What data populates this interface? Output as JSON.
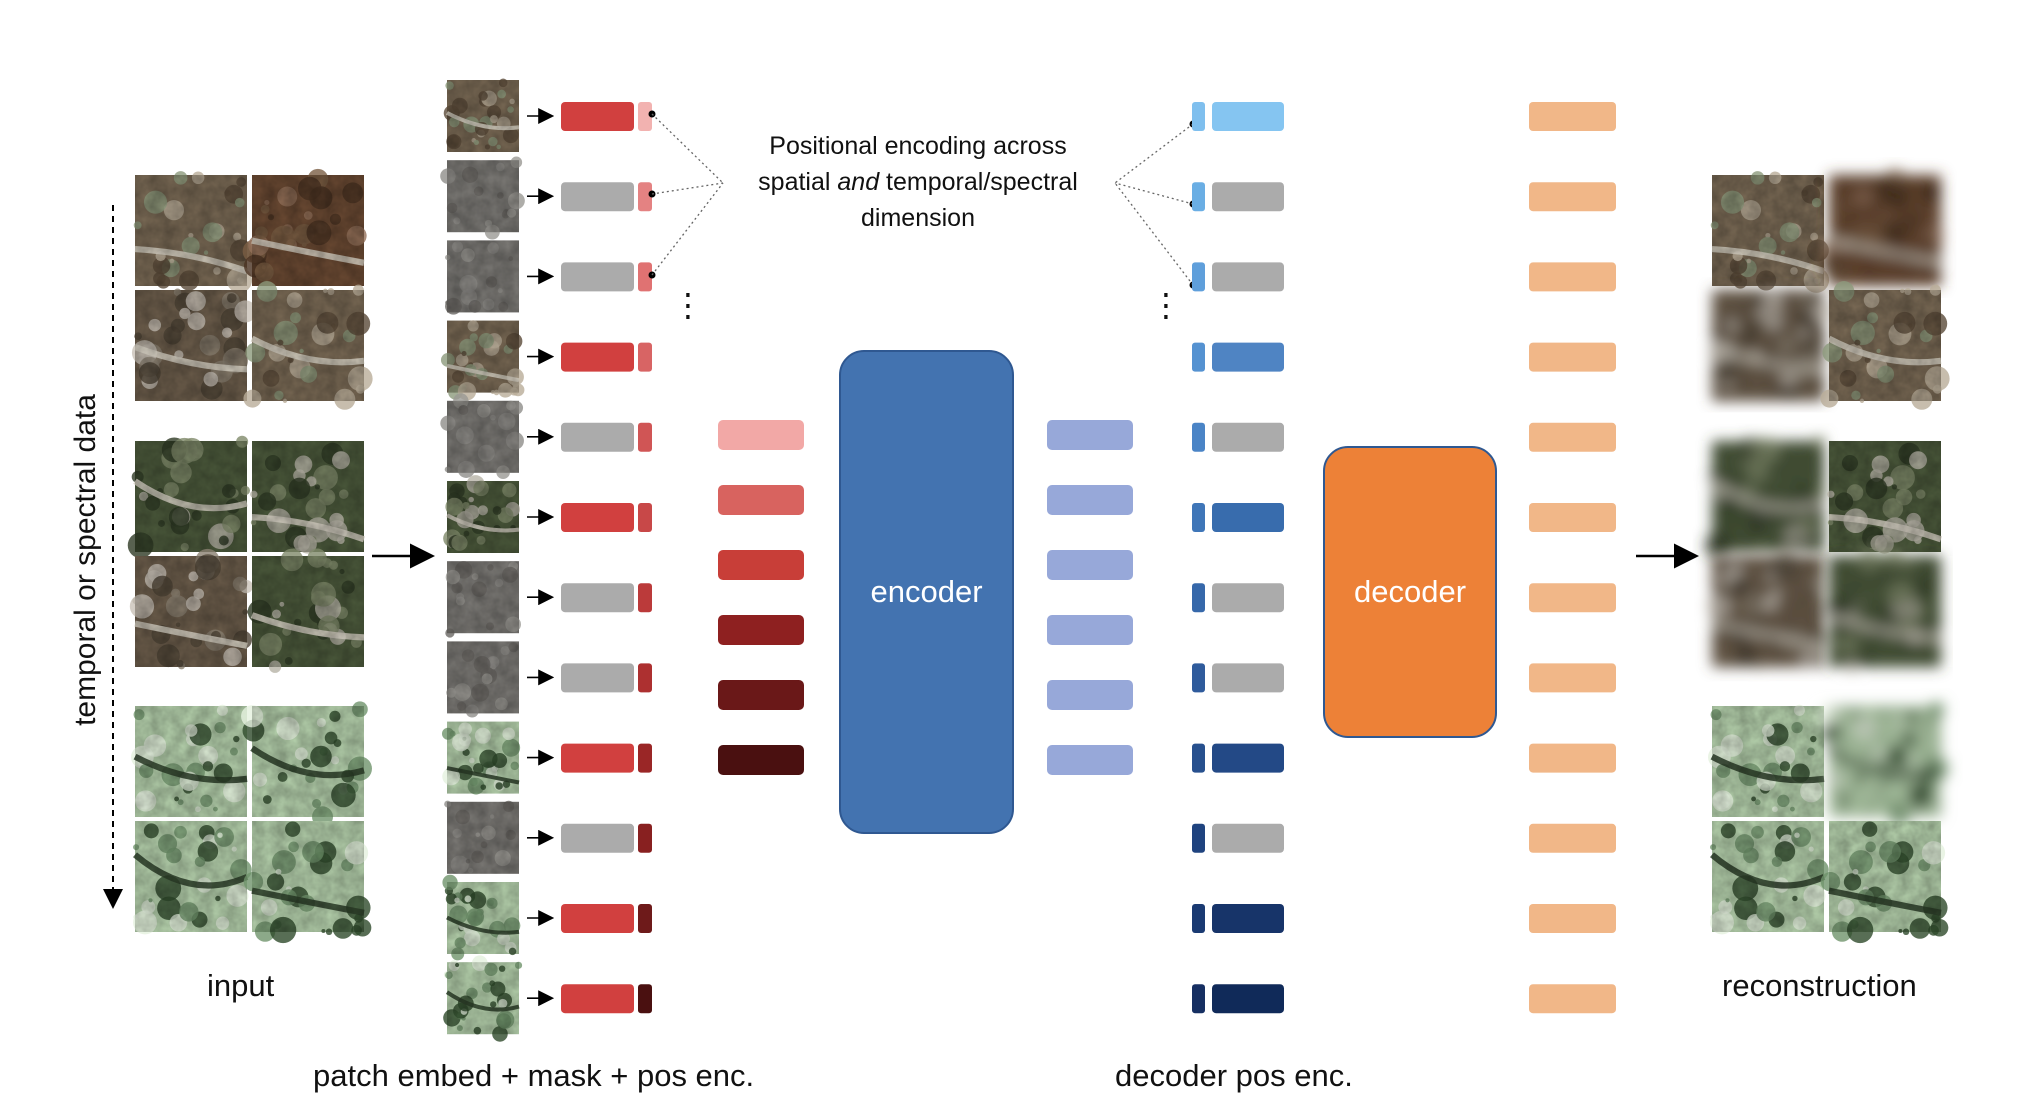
{
  "labels": {
    "axis": "temporal or spectral data",
    "input": "input",
    "reconstruction": "reconstruction",
    "patch_embed": "patch embed + mask + pos enc.",
    "decoder_pos": "decoder pos enc.",
    "encoder": "encoder",
    "decoder": "decoder",
    "positional_note_1": "Positional encoding across",
    "positional_note_2a": "spatial ",
    "positional_note_2b": "and",
    "positional_note_2c": " temporal/spectral",
    "positional_note_3": "dimension",
    "ellipsis": "⋮"
  },
  "colors": {
    "encoder": "#4373b0",
    "decoder": "#ed8137",
    "masked_token": "#ababab",
    "visible_token": "#d1403f",
    "output_token": "#f1b788",
    "latent_token": "#97a8d9",
    "encoder_inputs": [
      "#f2a8a6",
      "#d8635f",
      "#c83e38",
      "#8e2020",
      "#6a1818",
      "#4a1010"
    ],
    "encoder_pos": [
      "#f2b2b0",
      "#e48282",
      "#e07272",
      "#d86464",
      "#d05555",
      "#c84848",
      "#bb3a3a",
      "#ad3030",
      "#9a2626",
      "#882020",
      "#6e1a1a",
      "#4a1010"
    ],
    "decoder_pos": [
      "#7fbfee",
      "#6aaee4",
      "#5f9fdb",
      "#5592d1",
      "#4a84c6",
      "#3f76b8",
      "#3668aa",
      "#2f5b9c",
      "#27508e",
      "#1f437f",
      "#1a3a72",
      "#162f62"
    ],
    "decoder_big": [
      "#85c5f1",
      null,
      null,
      "#4f84c3",
      null,
      "#386cad",
      null,
      null,
      "#234986",
      null,
      "#173469",
      "#102a59"
    ]
  },
  "patches": [
    {
      "type": "urban",
      "masked": false
    },
    {
      "type": "gray",
      "masked": true
    },
    {
      "type": "gray",
      "masked": true
    },
    {
      "type": "urban",
      "masked": false
    },
    {
      "type": "gray",
      "masked": true
    },
    {
      "type": "forest",
      "masked": false
    },
    {
      "type": "gray",
      "masked": true
    },
    {
      "type": "gray",
      "masked": true
    },
    {
      "type": "green",
      "masked": false
    },
    {
      "type": "gray",
      "masked": true
    },
    {
      "type": "green",
      "masked": false
    },
    {
      "type": "green",
      "masked": false
    }
  ],
  "input_tiles": [
    "urban",
    "urban-brown",
    "road",
    "urban",
    "forest",
    "forest",
    "road",
    "forest",
    "green",
    "green",
    "green",
    "green"
  ],
  "recon_tiles": [
    {
      "type": "urban",
      "blur": false
    },
    {
      "type": "urban-brown",
      "blur": true
    },
    {
      "type": "road",
      "blur": true
    },
    {
      "type": "urban",
      "blur": false
    },
    {
      "type": "forest",
      "blur": true
    },
    {
      "type": "forest",
      "blur": false
    },
    {
      "type": "road",
      "blur": true
    },
    {
      "type": "forest",
      "blur": true
    },
    {
      "type": "green",
      "blur": false
    },
    {
      "type": "green",
      "blur": true
    },
    {
      "type": "green",
      "blur": false
    },
    {
      "type": "green",
      "blur": false
    }
  ]
}
